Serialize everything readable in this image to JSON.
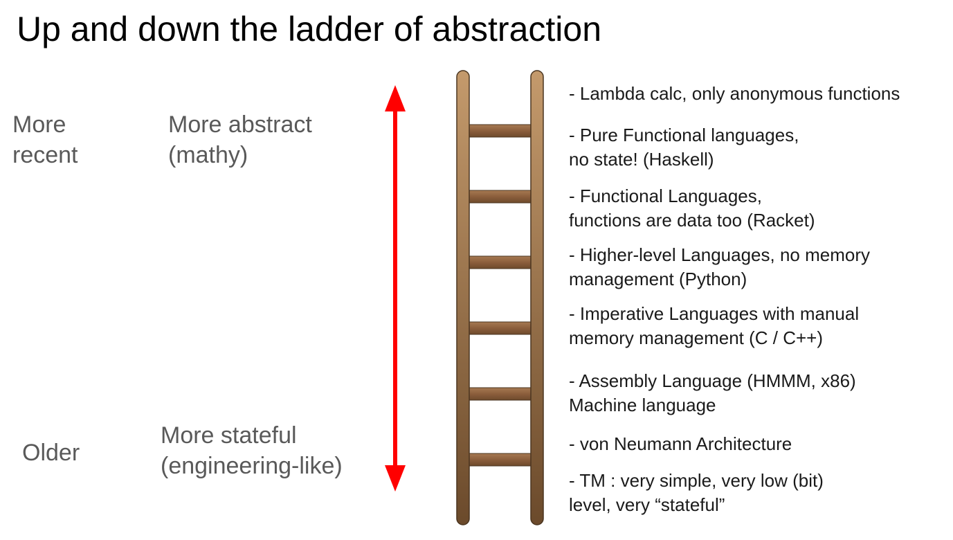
{
  "title": "Up and down the ladder of abstraction",
  "time_axis": {
    "top": [
      "More",
      "recent"
    ],
    "bottom": "Older"
  },
  "abstraction_axis": {
    "top": [
      "More abstract",
      "(mathy)"
    ],
    "bottom": [
      "More stateful",
      "(engineering-like)"
    ]
  },
  "arrow_color": "#ff0000",
  "ladder_color": "#8b5e3c",
  "rungs": [
    {
      "lines": [
        "- Lambda calc, only anonymous functions"
      ]
    },
    {
      "lines": [
        "- Pure Functional languages,",
        "no state! (Haskell)"
      ]
    },
    {
      "lines": [
        "- Functional Languages,",
        "functions are data too (Racket)"
      ]
    },
    {
      "lines": [
        "- Higher-level Languages, no memory",
        "management (Python)"
      ]
    },
    {
      "lines": [
        "- Imperative Languages with manual",
        "memory management (C / C++)"
      ]
    },
    {
      "lines": [
        "- Assembly Language (HMMM, x86)",
        "Machine language"
      ]
    },
    {
      "lines": [
        "- von Neumann Architecture"
      ]
    },
    {
      "lines": [
        "- TM : very simple, very low (bit)",
        "level, very “stateful”"
      ]
    }
  ]
}
